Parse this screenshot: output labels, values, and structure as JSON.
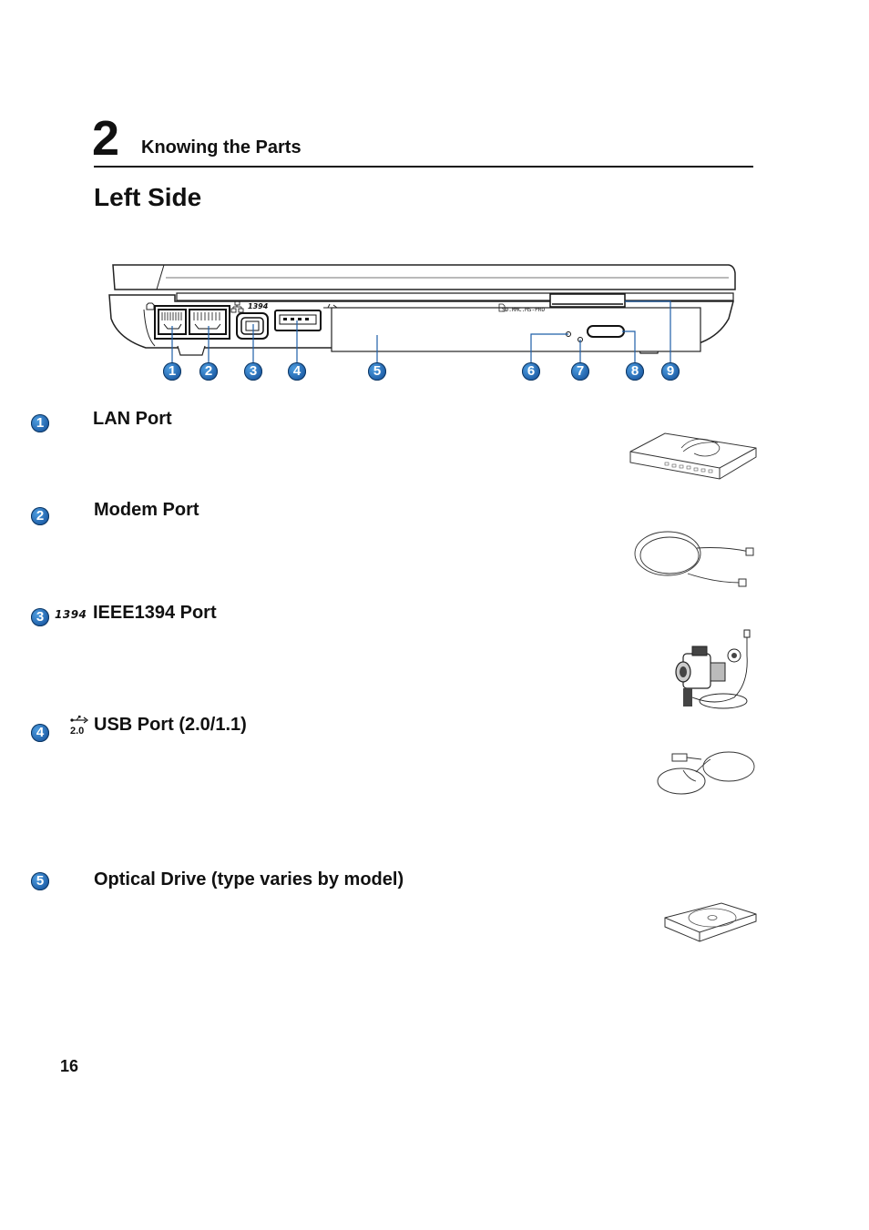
{
  "header": {
    "chapter_number": "2",
    "chapter_title": "Knowing the Parts"
  },
  "section": {
    "title": "Left Side"
  },
  "laptop_side": {
    "slot_label": "SD.MMC.MS-PRO",
    "firewire_symbol": "1394",
    "callouts": [
      "1",
      "2",
      "3",
      "4",
      "5",
      "6",
      "7",
      "8",
      "9"
    ]
  },
  "items": [
    {
      "number": "1",
      "label": "LAN Port"
    },
    {
      "number": "2",
      "label": "Modem Port"
    },
    {
      "number": "3",
      "icon_text": "1394",
      "label": "IEEE1394 Port"
    },
    {
      "number": "4",
      "icon_text": "2.0",
      "label": "USB Port (2.0/1.1)"
    },
    {
      "number": "5",
      "label": "Optical Drive (type varies by model)"
    }
  ],
  "footer": {
    "page_number": "16"
  },
  "colors": {
    "badge_blue": "#1f5fa8",
    "text": "#111111"
  }
}
